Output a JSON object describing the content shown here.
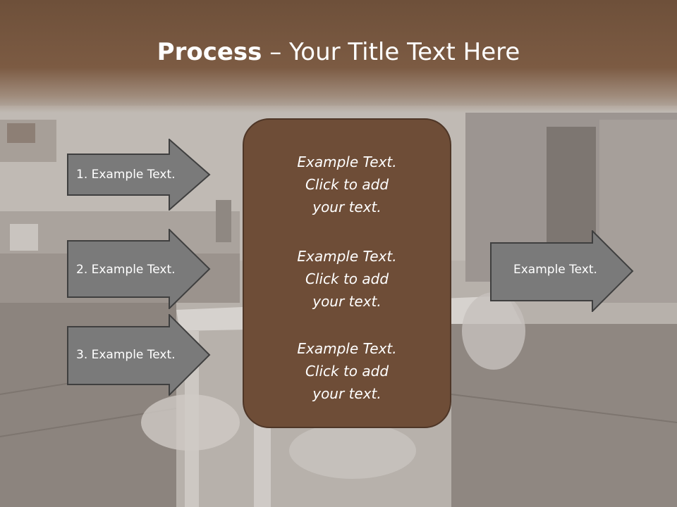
{
  "title": {
    "bold": "Process",
    "separator": " – ",
    "rest": "Your Title Text Here"
  },
  "left_steps": [
    {
      "label": "1. Example Text."
    },
    {
      "label": "2. Example Text."
    },
    {
      "label": "3. Example Text."
    }
  ],
  "center_blocks": [
    {
      "line1": "Example Text.",
      "line2": "Click  to add",
      "line3": "your text."
    },
    {
      "line1": "Example Text.",
      "line2": "Click  to add",
      "line3": "your text."
    },
    {
      "line1": "Example Text.",
      "line2": "Click  to add",
      "line3": "your text."
    }
  ],
  "right_step": {
    "label": "Example Text."
  },
  "colors": {
    "title_band": "#7c5b43",
    "center_box": "#6e4d37",
    "arrow_fill": "#7a7a7a",
    "arrow_stroke": "#3f3f3f",
    "text": "#ffffff"
  }
}
